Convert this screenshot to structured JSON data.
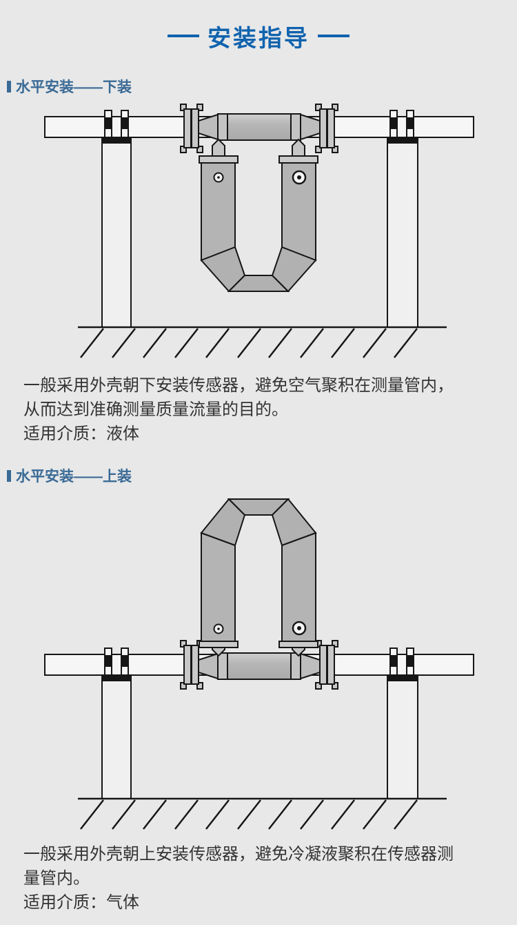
{
  "title": {
    "text": "安装指导"
  },
  "sections": [
    {
      "heading": "水平安装——下装",
      "lines": [
        "一般采用外壳朝下安装传感器，避免空气聚积在测量管内，",
        "从而达到准确测量质量流量的目的。",
        "适用介质：液体"
      ]
    },
    {
      "heading": "水平安装——上装",
      "lines": [
        "一般采用外壳朝上安装传感器，避免冷凝液聚积在传感器测",
        "量管内。",
        "适用介质：气体"
      ]
    }
  ],
  "colors": {
    "title_blue": "#1063ae",
    "heading_blue": "#3a6a96",
    "body_text": "#333333",
    "outline": "#161616",
    "metal_gray": "#b4b4b4",
    "pipe_white": "#f6f6f6",
    "background": "#e8e8e8"
  }
}
